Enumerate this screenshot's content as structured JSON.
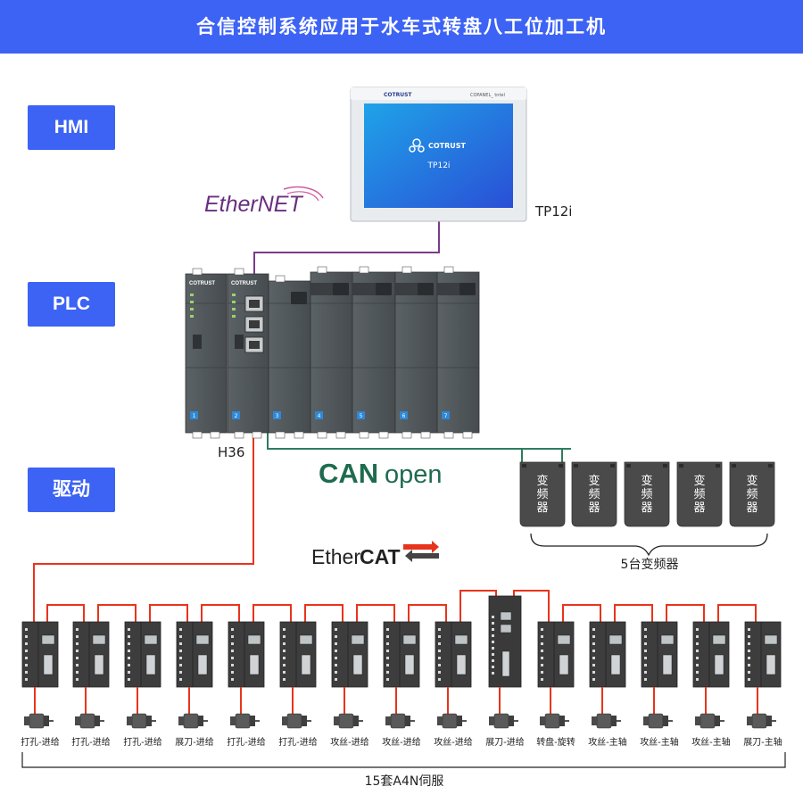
{
  "header": {
    "title": "合信控制系统应用于水车式转盘八工位加工机"
  },
  "categories": {
    "hmi": "HMI",
    "plc": "PLC",
    "drive": "驱动"
  },
  "hmi": {
    "brand": "COTRUST",
    "panel_label": "COPANEL_ tntel",
    "screen_brand": "COTRUST",
    "screen_model": "TP12i",
    "model_label": "TP12i"
  },
  "plc": {
    "label": "H36",
    "brand": "COTRUST",
    "module_numbers": [
      "1",
      "2",
      "3",
      "4",
      "5",
      "6",
      "7"
    ]
  },
  "networks": {
    "ethernet": "EtherNET",
    "canopen_bold": "CAN",
    "canopen_light": "open",
    "ethercat_light": "Ether",
    "ethercat_bold": "CAT"
  },
  "vfd": {
    "unit_lines": [
      "变",
      "频",
      "器"
    ],
    "count": 5,
    "group_label": "5台变频器"
  },
  "servo": {
    "group_label": "15套A4N伺服",
    "axes": [
      "打孔-进给",
      "打孔-进给",
      "打孔-进给",
      "展刀-进给",
      "打孔-进给",
      "打孔-进给",
      "攻丝-进给",
      "攻丝-进给",
      "攻丝-进给",
      "展刀-进给",
      "转盘-旋转",
      "攻丝-主轴",
      "攻丝-主轴",
      "攻丝-主轴",
      "展刀-主轴"
    ]
  },
  "colors": {
    "accent": "#3d63f5",
    "ethernet_line": "#7a3b8c",
    "canopen_line": "#2e7d5f",
    "ethercat_line": "#e8341c",
    "device_dark": "#4a4a4a"
  }
}
